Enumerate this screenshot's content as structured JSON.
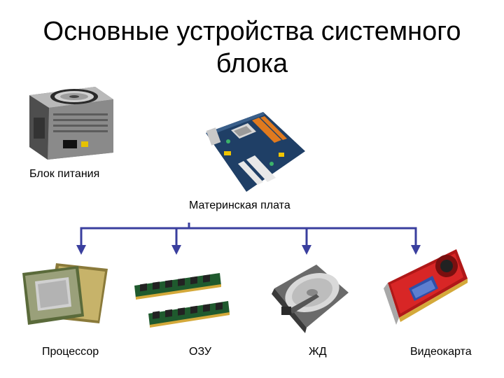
{
  "title": "Основные устройства системного блока",
  "components": {
    "psu": "Блок питания",
    "motherboard": "Материнская плата",
    "cpu": "Процессор",
    "ram": "ОЗУ",
    "hdd": "ЖД",
    "gpu": "Видеокарта"
  },
  "colors": {
    "connector": "#3a3f9e"
  }
}
